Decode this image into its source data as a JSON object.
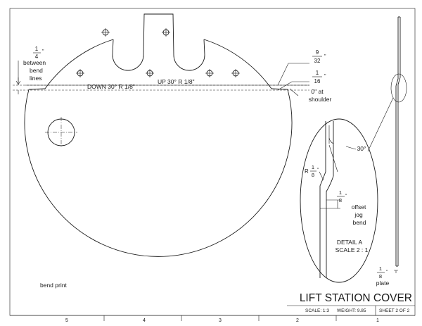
{
  "drawing": {
    "bend_lines": {
      "fraction_num": "1",
      "fraction_den": "4",
      "unit_mark": "\"",
      "label_line1": "between",
      "label_line2": "bend",
      "label_line3": "lines"
    },
    "bend_down_label": "DOWN  30°  R 1/8\"",
    "bend_up_label": "UP  30°  R 1/8\"",
    "dim_9_32": {
      "num": "9",
      "den": "32",
      "unit": "\""
    },
    "dim_1_16": {
      "num": "1",
      "den": "16",
      "unit": "\""
    },
    "shoulder_note_line1": "0\" at",
    "shoulder_note_line2": "shoulder",
    "detail": {
      "angle_label": "30°",
      "radius_prefix": "R",
      "radius_num": "1",
      "radius_den": "8",
      "radius_unit": "\"",
      "offset_num": "1",
      "offset_den": "8",
      "offset_unit": "\"",
      "offset_line1": "offset",
      "offset_line2": "jog",
      "offset_line3": "bend",
      "title_line1": "DETAIL A",
      "title_line2": "SCALE 2 : 1"
    },
    "plate_dim": {
      "num": "1",
      "den": "8",
      "unit": "\"",
      "label": "plate"
    },
    "note": "bend print"
  },
  "title_block": {
    "title": "LIFT STATION COVER",
    "scale": "SCALE: 1:3",
    "weight": "WEIGHT: 9.85",
    "sheet": "SHEET 2 OF 2"
  },
  "zone_numbers": [
    "5",
    "4",
    "3",
    "2",
    "1"
  ]
}
